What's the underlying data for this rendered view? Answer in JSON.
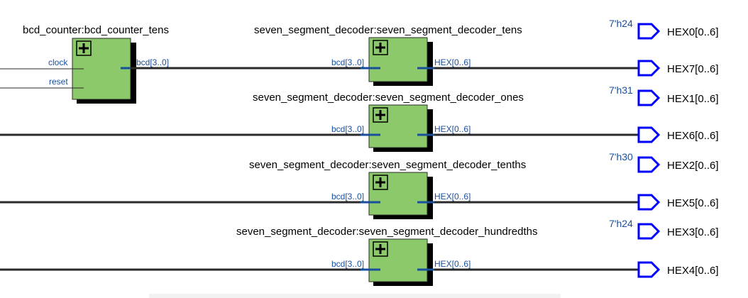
{
  "counter": {
    "title": "bcd_counter:bcd_counter_tens",
    "in_clock": "clock",
    "in_reset": "reset",
    "out_port": "bcd[3..0]"
  },
  "decoders": [
    {
      "title": "seven_segment_decoder:seven_segment_decoder_tens",
      "in_port": "bcd[3..0]",
      "out_port": "HEX[0..6]"
    },
    {
      "title": "seven_segment_decoder:seven_segment_decoder_ones",
      "in_port": "bcd[3..0]",
      "out_port": "HEX[0..6]"
    },
    {
      "title": "seven_segment_decoder:seven_segment_decoder_tenths",
      "in_port": "bcd[3..0]",
      "out_port": "HEX[0..6]"
    },
    {
      "title": "seven_segment_decoder:seven_segment_decoder_hundredths",
      "in_port": "bcd[3..0]",
      "out_port": "HEX[0..6]"
    }
  ],
  "constants": [
    {
      "value": "7'h24",
      "pin": "HEX0[0..6]"
    },
    {
      "value": "7'h31",
      "pin": "HEX1[0..6]"
    },
    {
      "value": "7'h30",
      "pin": "HEX2[0..6]"
    },
    {
      "value": "7'h24",
      "pin": "HEX3[0..6]"
    }
  ],
  "outputs": [
    "HEX7[0..6]",
    "HEX6[0..6]",
    "HEX5[0..6]",
    "HEX4[0..6]"
  ],
  "colors": {
    "block_fill": "#8cc96a",
    "wire": "#2a2a2a",
    "port_text": "#1a4f9c",
    "pin_outline": "#0000ff"
  }
}
